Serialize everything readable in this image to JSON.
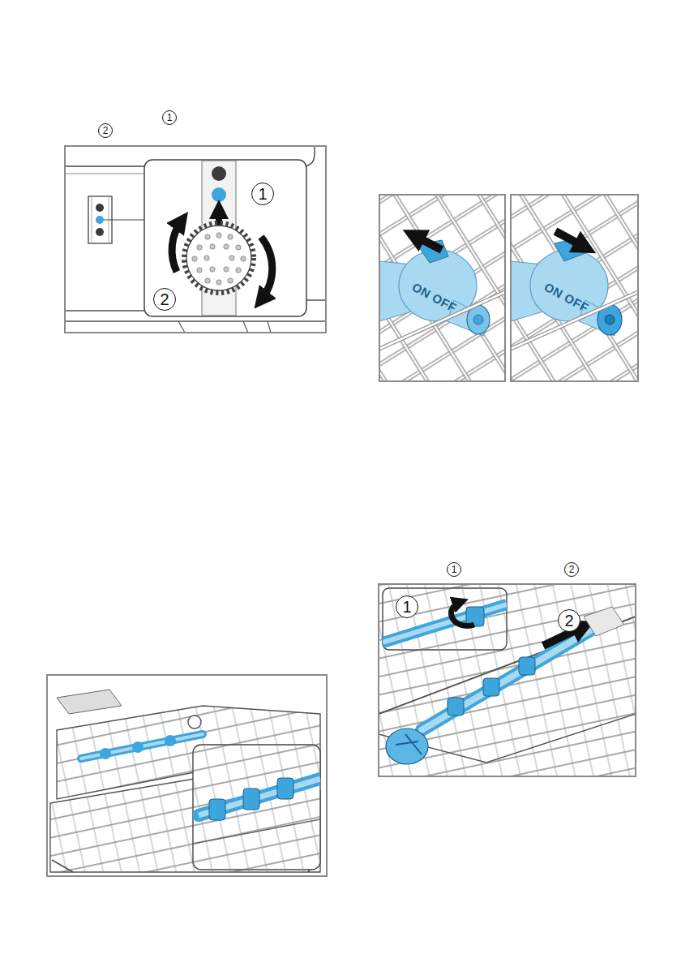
{
  "diagram": {
    "labels": [
      "1",
      "2",
      "1",
      "2",
      "ON OFF",
      "ON OFF",
      "1",
      "2",
      "1",
      "2"
    ]
  }
}
